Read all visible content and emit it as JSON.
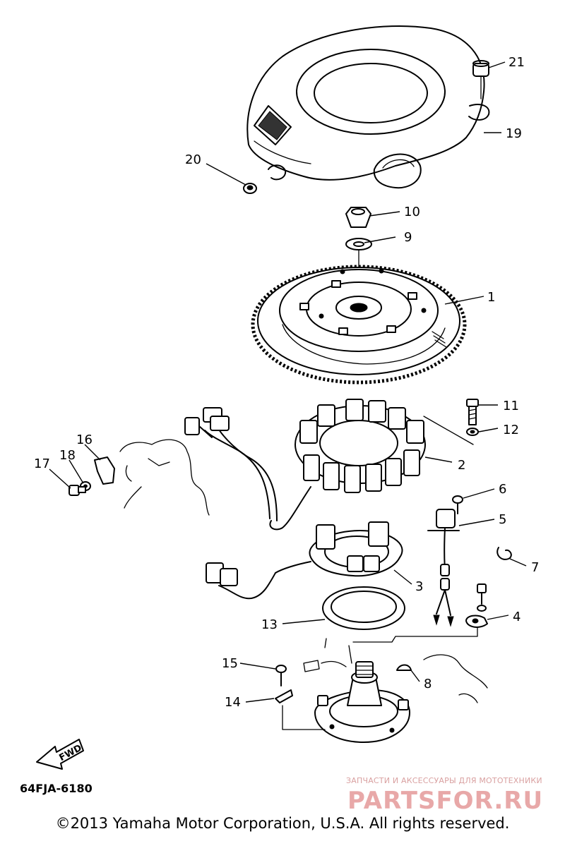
{
  "diagram": {
    "part_code": "64FJA-6180",
    "fwd_label": "FWD",
    "copyright": "©2013 Yamaha Motor Corporation, U.S.A. All rights reserved.",
    "watermark": {
      "tagline": "ЗАПЧАСТИ И АКСЕССУАРЫ ДЛЯ МОТОТЕХНИКИ",
      "logo": "PARTSFOR.RU"
    },
    "callouts": [
      "1",
      "2",
      "3",
      "4",
      "5",
      "6",
      "7",
      "8",
      "9",
      "10",
      "11",
      "12",
      "13",
      "14",
      "15",
      "16",
      "17",
      "18",
      "19",
      "20",
      "21"
    ]
  }
}
